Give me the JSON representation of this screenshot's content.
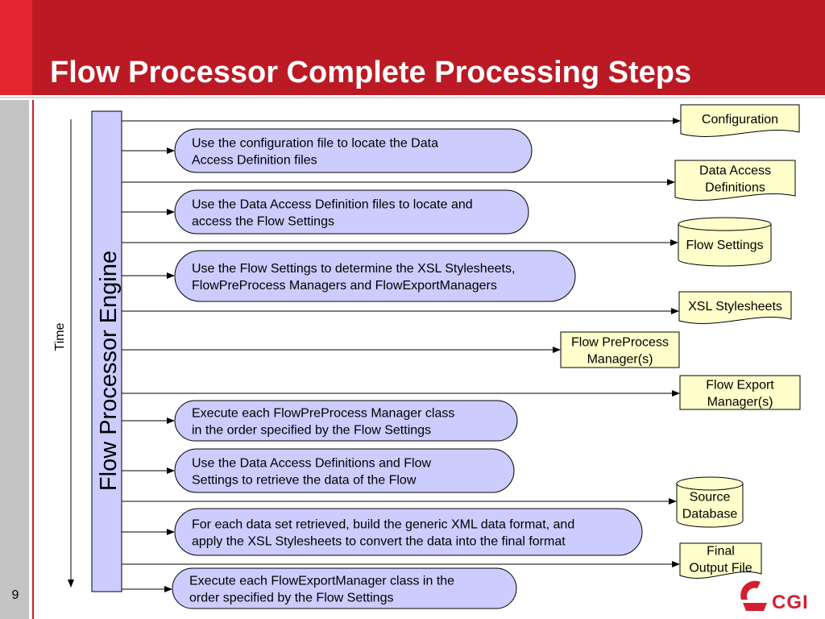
{
  "slide": {
    "title": "Flow Processor Complete Processing Steps",
    "page_number": "9",
    "brand": "CGI"
  },
  "colors": {
    "header": "#bb1a24",
    "accent": "#e3262f",
    "step_fill": "#ccccff",
    "doc_fill": "#ffffcc",
    "logo": "#d1202f"
  },
  "diagram": {
    "time_label": "Time",
    "engine_label": "Flow Processor Engine",
    "steps": [
      [
        "Use the configuration file to locate the Data",
        "Access Definition files"
      ],
      [
        "Use the Data Access Definition files to locate and",
        "access the Flow Settings"
      ],
      [
        "Use the Flow Settings to determine the XSL Stylesheets,",
        "FlowPreProcess Managers and FlowExportManagers"
      ],
      [
        "Execute each FlowPreProcess Manager class",
        "in the order specified by the Flow Settings"
      ],
      [
        "Use the Data Access Definitions and Flow",
        "Settings to retrieve the data of the Flow"
      ],
      [
        "For each data set retrieved, build the generic XML data format, and",
        "apply the XSL Stylesheets to convert the data into the final format"
      ],
      [
        "Execute each FlowExportManager class in the",
        "order specified by the Flow Settings"
      ]
    ],
    "artifacts": [
      {
        "type": "document",
        "lines": [
          "Configuration"
        ]
      },
      {
        "type": "document",
        "lines": [
          "Data Access",
          "Definitions"
        ]
      },
      {
        "type": "cylinder",
        "lines": [
          "Flow Settings"
        ]
      },
      {
        "type": "document",
        "lines": [
          "XSL Stylesheets"
        ]
      },
      {
        "type": "box",
        "lines": [
          "Flow PreProcess",
          "Manager(s)"
        ]
      },
      {
        "type": "box",
        "lines": [
          "Flow Export",
          "Manager(s)"
        ]
      },
      {
        "type": "cylinder",
        "lines": [
          "Source",
          "Database"
        ]
      },
      {
        "type": "document",
        "lines": [
          "Final",
          "Output File"
        ]
      }
    ]
  }
}
